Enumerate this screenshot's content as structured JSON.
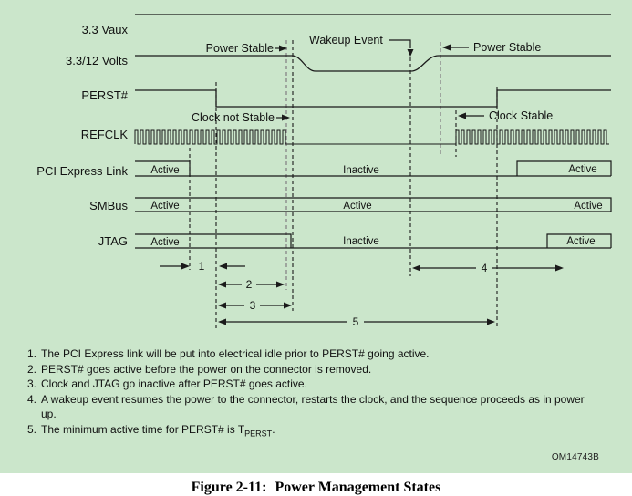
{
  "colors": {
    "panel_background": "#cbe6cb",
    "line": "#1a1a1a",
    "gray_dash": "#8a8a8a",
    "text": "#111111"
  },
  "diagram": {
    "signals": [
      {
        "label": "3.3 Vaux"
      },
      {
        "label": "3.3/12 Volts"
      },
      {
        "label": "PERST#"
      },
      {
        "label": "REFCLK"
      },
      {
        "label": "PCI Express Link"
      },
      {
        "label": "SMBus"
      },
      {
        "label": "JTAG"
      }
    ],
    "annotations": {
      "power_stable_left": "Power Stable",
      "wakeup_event": "Wakeup Event",
      "power_stable_right": "Power Stable",
      "clock_not_stable": "Clock not Stable",
      "clock_stable": "Clock Stable"
    },
    "states": {
      "pci_left": "Active",
      "pci_mid": "Inactive",
      "pci_right": "Active",
      "smbus_left": "Active",
      "smbus_mid": "Active",
      "smbus_right": "Active",
      "jtag_left": "Active",
      "jtag_mid": "Inactive",
      "jtag_right": "Active"
    },
    "intervals": {
      "i1": "1",
      "i2": "2",
      "i3": "3",
      "i4": "4",
      "i5": "5"
    },
    "watermark": "OM14743B"
  },
  "notes": [
    {
      "num": "1.",
      "text": "The PCI Express link will be put into electrical idle prior to PERST# going active."
    },
    {
      "num": "2.",
      "text": "PERST# goes active before the power on the connector is removed."
    },
    {
      "num": "3.",
      "text": "Clock and JTAG go inactive after PERST# goes active."
    },
    {
      "num": "4.",
      "text": "A wakeup event resumes the power to the connector, restarts the clock, and the sequence proceeds as in power up."
    },
    {
      "num": "5.",
      "text_pre": "The minimum active time for PERST# is T",
      "text_sub": "PERST",
      "text_post": "."
    }
  ],
  "caption": {
    "prefix": "Figure 2-11:",
    "title": "Power Management States"
  }
}
